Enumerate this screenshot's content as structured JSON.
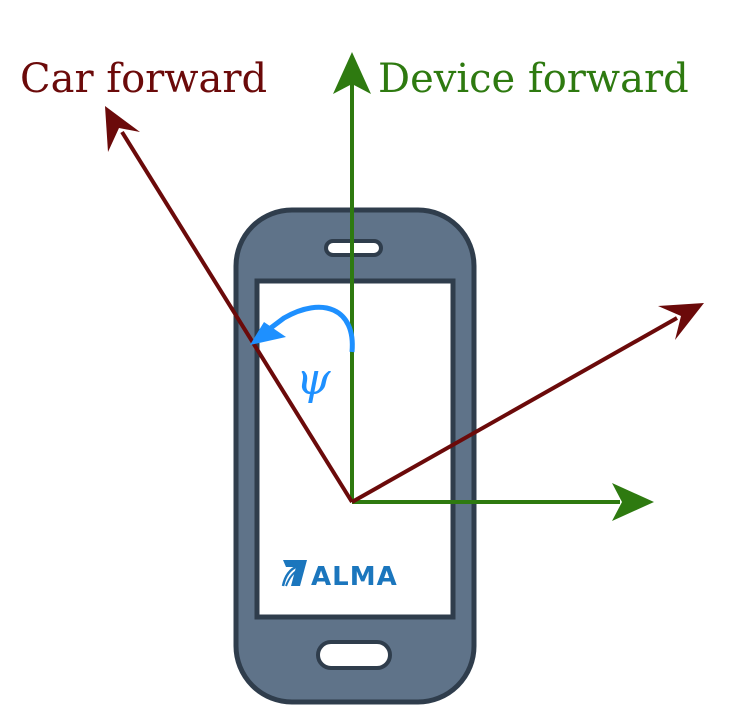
{
  "labels": {
    "car_forward": "Car forward",
    "device_forward": "Device forward",
    "angle": "ψ"
  },
  "logo": {
    "text": "ALMA"
  },
  "colors": {
    "car_axis": "#6b0a0a",
    "device_axis": "#2e7a10",
    "angle_arc": "#1e90ff",
    "phone_body": "#5f7389",
    "phone_outline": "#2f3d4c",
    "logo": "#1b76bd"
  },
  "icons": {
    "phone": "smartphone-icon",
    "logo": "alma-logo-icon"
  }
}
